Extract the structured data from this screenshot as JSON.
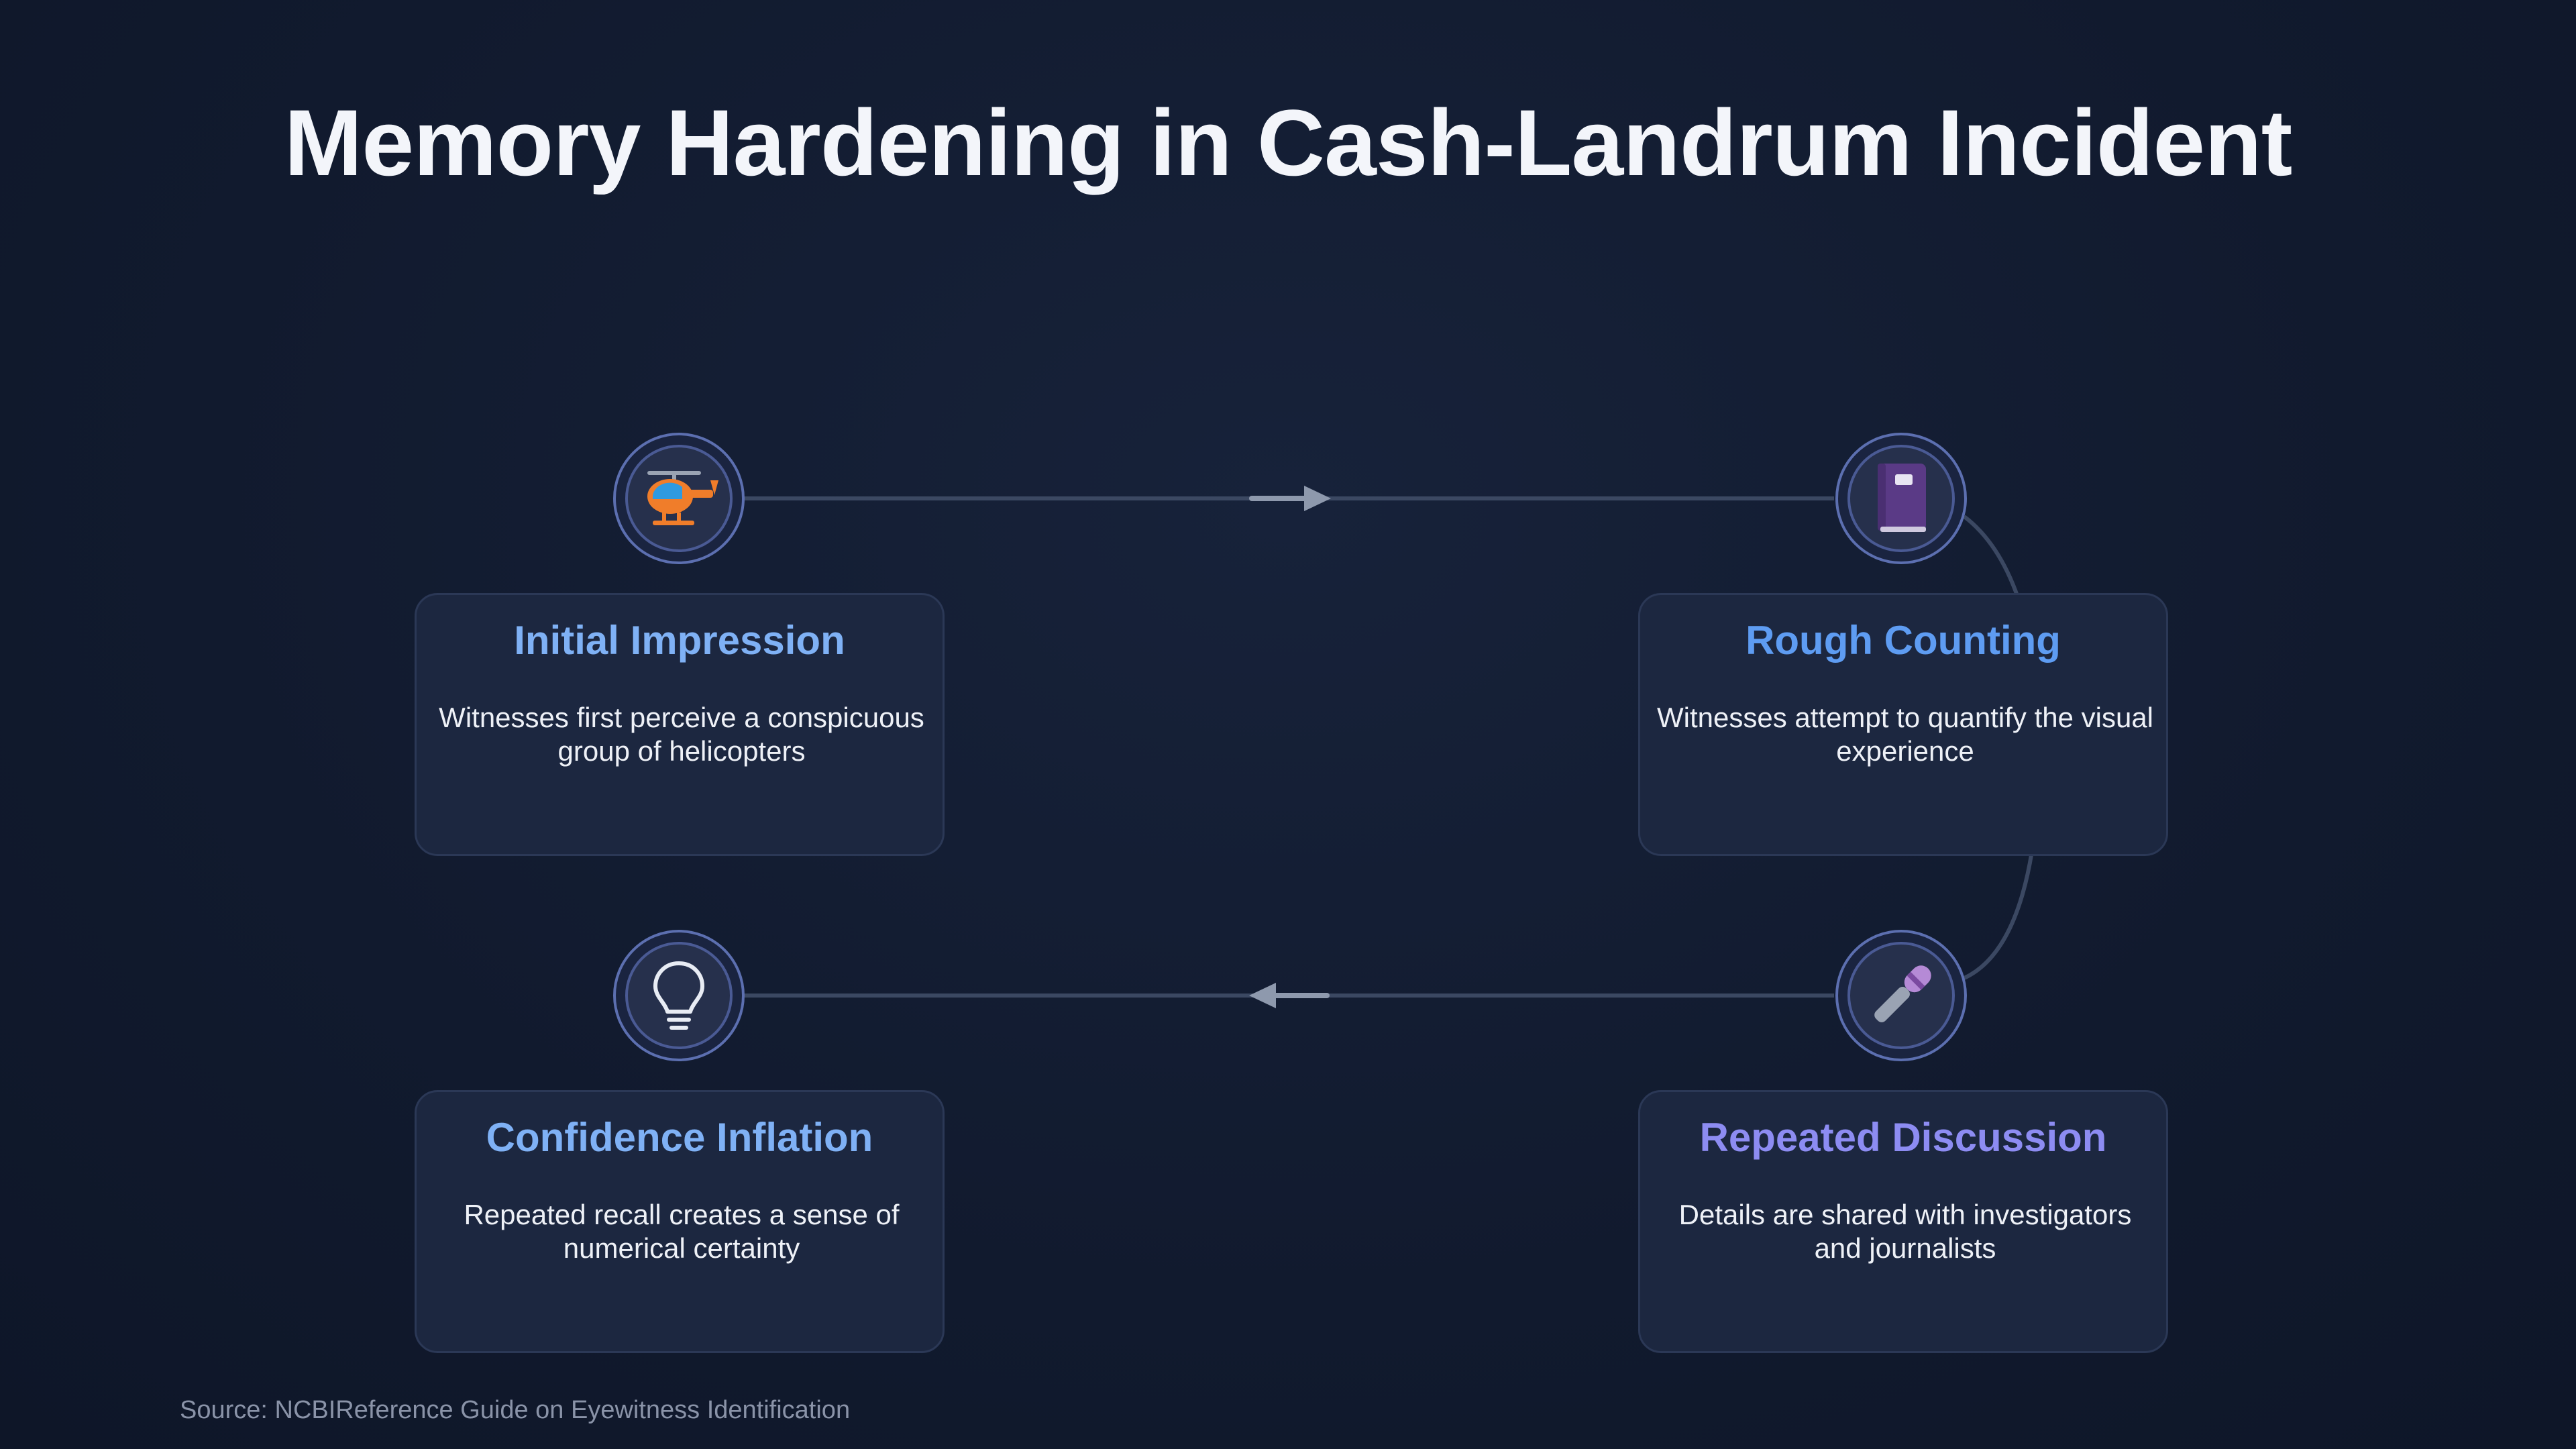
{
  "title": "Memory Hardening in Cash-Landrum Incident",
  "steps": [
    {
      "title": "Initial Impression",
      "description": "Witnesses first perceive a conspicuous group of helicopters",
      "icon": "helicopter-icon",
      "title_color": "#7fb1f5"
    },
    {
      "title": "Rough Counting",
      "description": "Witnesses attempt to quantify the visual experience",
      "icon": "book-icon",
      "title_color": "#5e9cf2"
    },
    {
      "title": "Repeated Discussion",
      "description": "Details are shared with investigators and journalists",
      "icon": "microphone-icon",
      "title_color": "#8d8cf2"
    },
    {
      "title": "Confidence Inflation",
      "description": "Repeated recall creates a sense of numerical certainty",
      "icon": "lightbulb-icon",
      "title_color": "#7fb1f5"
    }
  ],
  "source": "Source: NCBIReference Guide on Eyewitness Identification",
  "colors": {
    "background": "#111a2e",
    "card": "#1c2740",
    "connector": "#3b4862",
    "arrow": "#8e99ad"
  }
}
